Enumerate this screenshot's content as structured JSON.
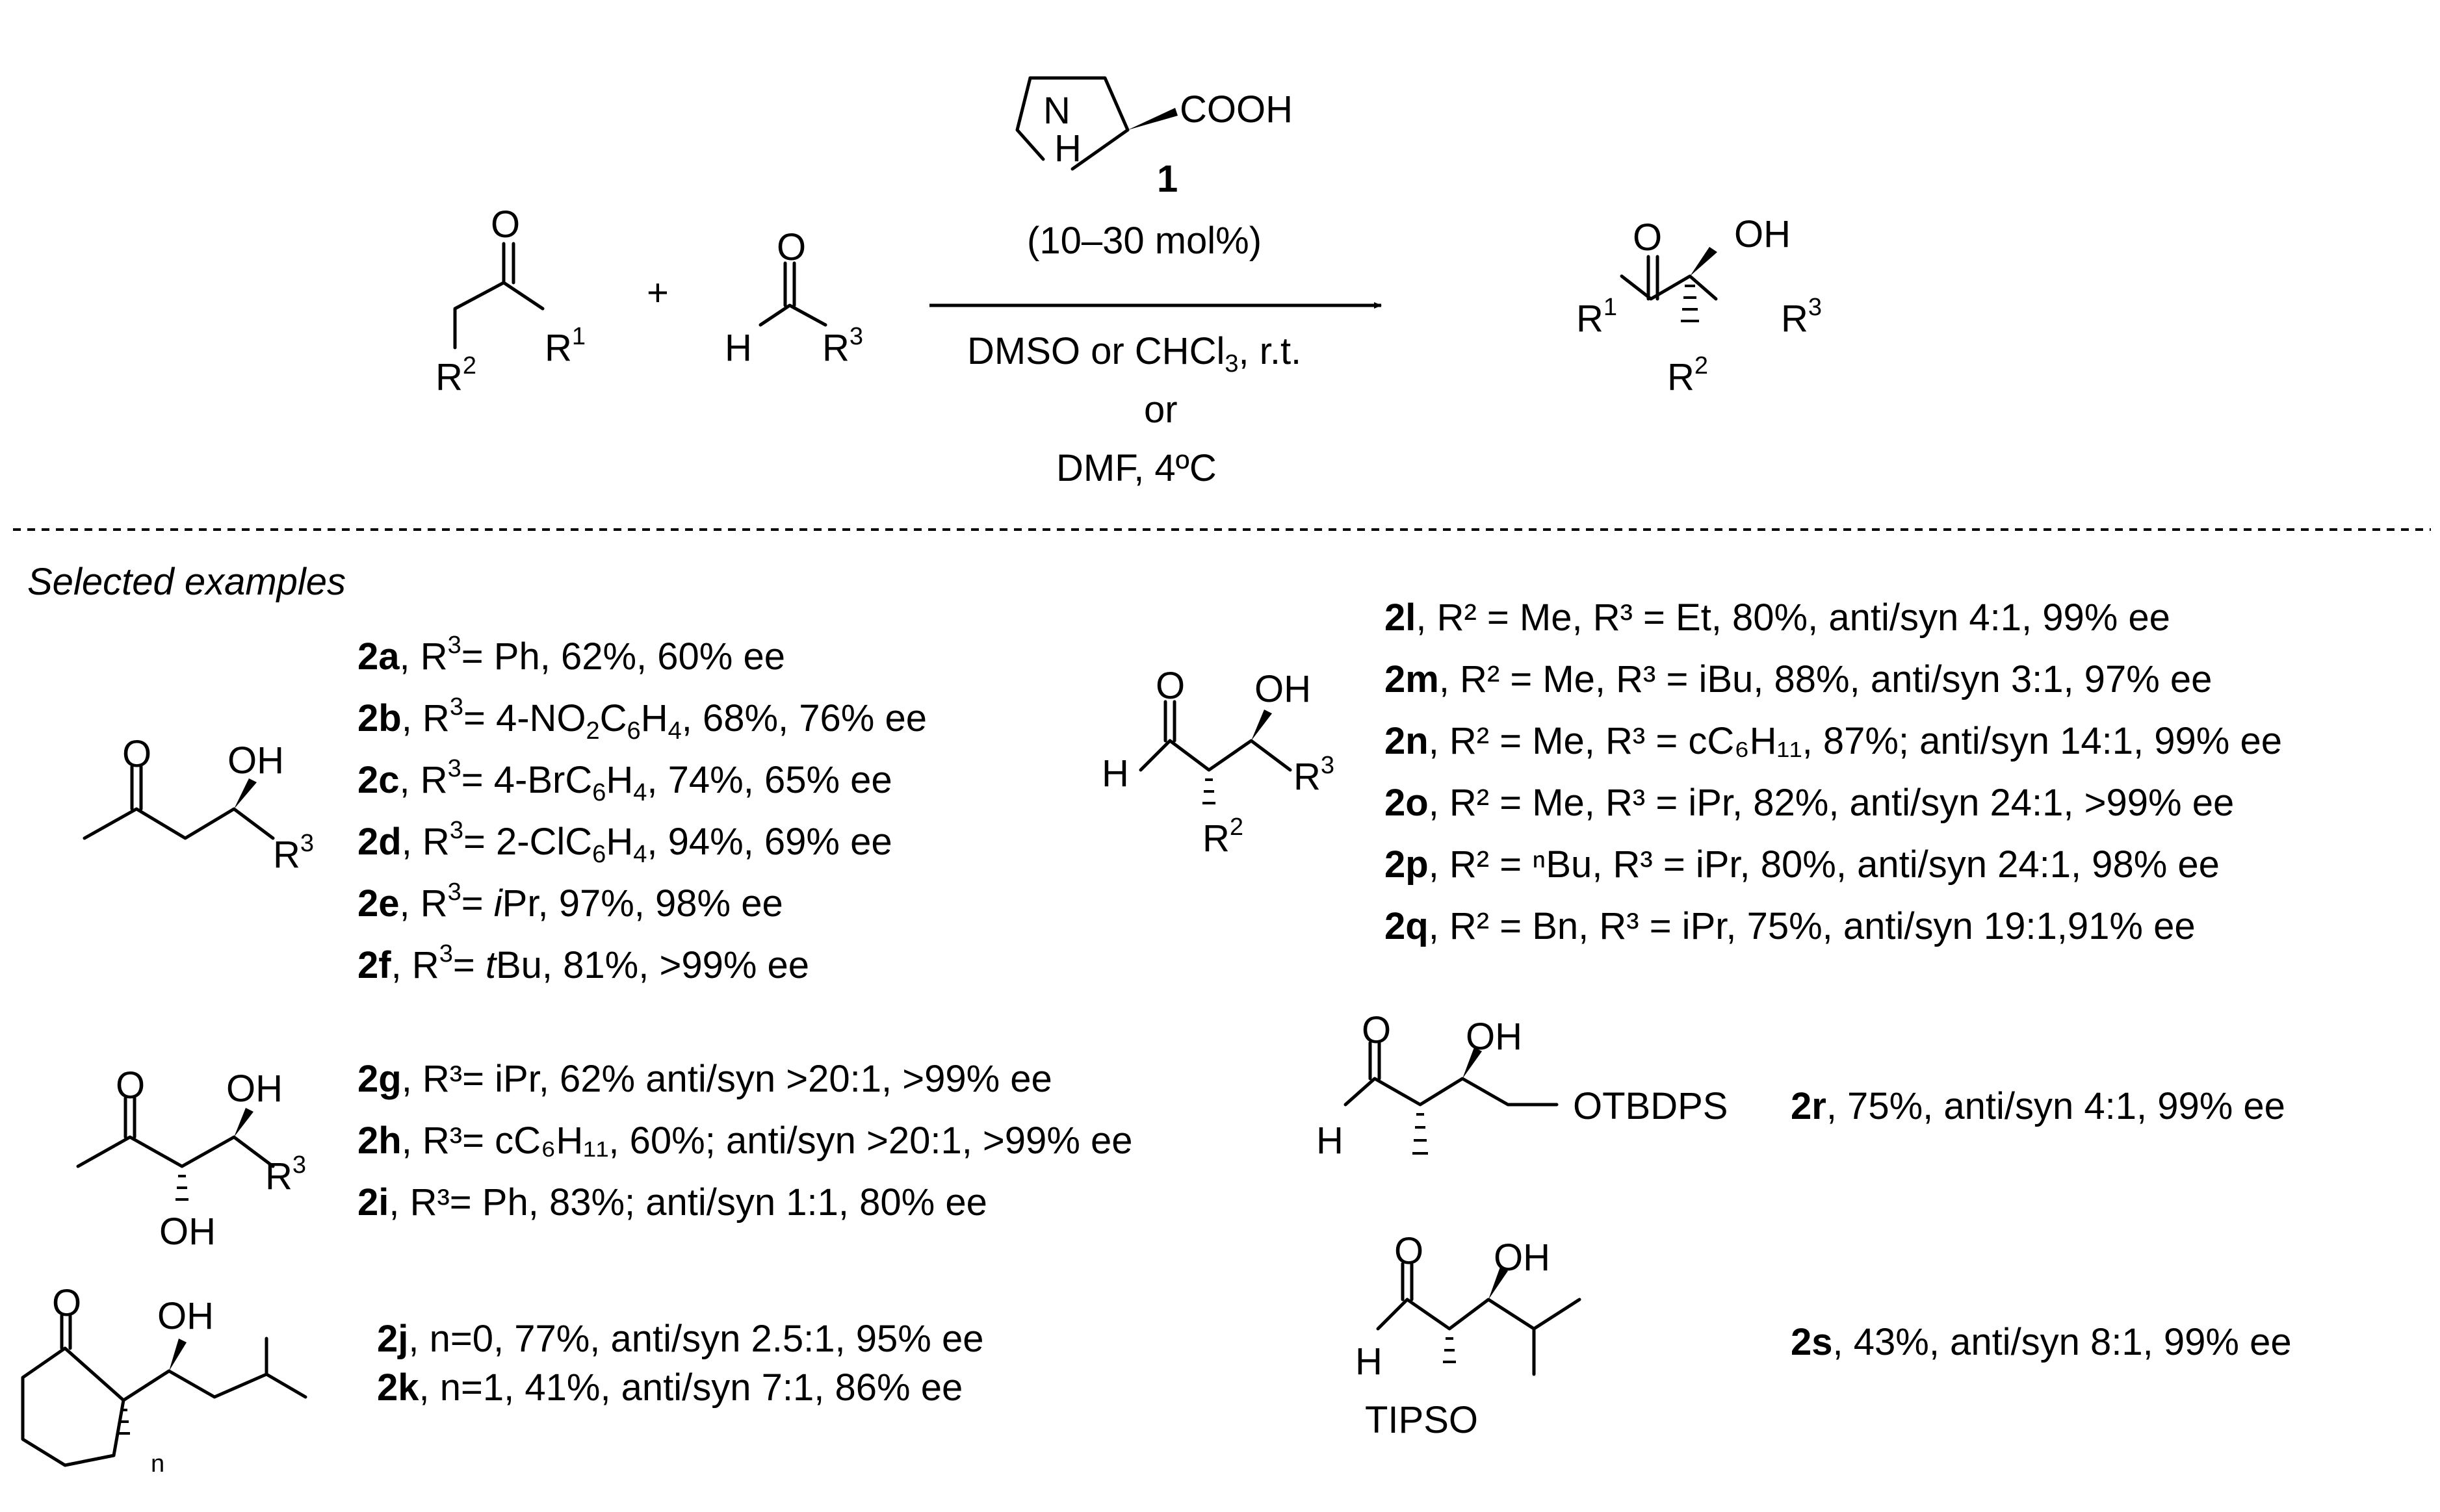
{
  "catalyst": {
    "number": "1",
    "nh": "N",
    "h": "H",
    "cooh": "COOH",
    "loading": "(10–30 mol%)"
  },
  "conditions": {
    "line1": "DMSO or CHCl",
    "line1_sub": "3",
    "line1_tail": ", r.t.",
    "line2": "or",
    "line3": "DMF, 4ºC"
  },
  "atoms": {
    "O": "O",
    "OH": "OH",
    "H": "H",
    "R": "R",
    "plus": "+"
  },
  "section_label": "Selected examples",
  "examples_a": [
    {
      "id": "2a",
      "r": "3",
      "eq": "= Ph, 62%, 60% ee"
    },
    {
      "id": "2b",
      "r": "3",
      "eq": "= 4-NO",
      "s1": "2",
      "mid": "C",
      "s2": "6",
      "mid2": "H",
      "s3": "4",
      "tail": ", 68%, 76% ee"
    },
    {
      "id": "2c",
      "r": "3",
      "eq": "= 4-BrC",
      "s1": "6",
      "mid": "H",
      "s2": "4",
      "tail": ", 74%, 65% ee"
    },
    {
      "id": "2d",
      "r": "3",
      "eq": "= 2-ClC",
      "s1": "6",
      "mid": "H",
      "s2": "4",
      "tail": ", 94%, 69% ee"
    },
    {
      "id": "2e",
      "r": "3",
      "eq": "= ",
      "i": "i",
      "tail": "Pr, 97%, 98% ee"
    },
    {
      "id": "2f",
      "r": "3",
      "eq": "= ",
      "i": "t",
      "tail": "Bu, 81%, >99% ee"
    }
  ],
  "examples_b": [
    {
      "id": "2l",
      "text": ", R² = Me, R³ = Et, 80%, anti/syn 4:1, 99% ee"
    },
    {
      "id": "2m",
      "text": ", R² = Me, R³ = iBu, 88%, anti/syn 3:1, 97% ee"
    },
    {
      "id": "2n",
      "text": ", R² = Me, R³ = cC₆H₁₁, 87%; anti/syn 14:1, 99% ee"
    },
    {
      "id": "2o",
      "text": ", R² = Me, R³ = iPr, 82%, anti/syn 24:1, >99% ee"
    },
    {
      "id": "2p",
      "text": ", R² = ⁿBu, R³ = iPr, 80%, anti/syn 24:1, 98% ee"
    },
    {
      "id": "2q",
      "text": ", R² = Bn, R³ = iPr, 75%, anti/syn 19:1,91% ee"
    }
  ],
  "examples_c": [
    {
      "id": "2g",
      "text": ", R³= iPr, 62% anti/syn >20:1, >99% ee"
    },
    {
      "id": "2h",
      "text": ", R³= cC₆H₁₁, 60%; anti/syn >20:1, >99% ee"
    },
    {
      "id": "2i",
      "text": ", R³= Ph, 83%; anti/syn 1:1, 80% ee"
    }
  ],
  "examples_d": [
    {
      "id": "2j",
      "text": ", n=0, 77%, anti/syn 2.5:1, 95% ee"
    },
    {
      "id": "2k",
      "text": ", n=1, 41%, anti/syn 7:1, 86% ee"
    }
  ],
  "example_r": {
    "id": "2r",
    "text": ", 75%, anti/syn 4:1, 99% ee",
    "group": "OTBDPS"
  },
  "example_s": {
    "id": "2s",
    "text": ", 43%, anti/syn 8:1, 99% ee",
    "group": "TIPSO"
  },
  "ring_n": "n"
}
